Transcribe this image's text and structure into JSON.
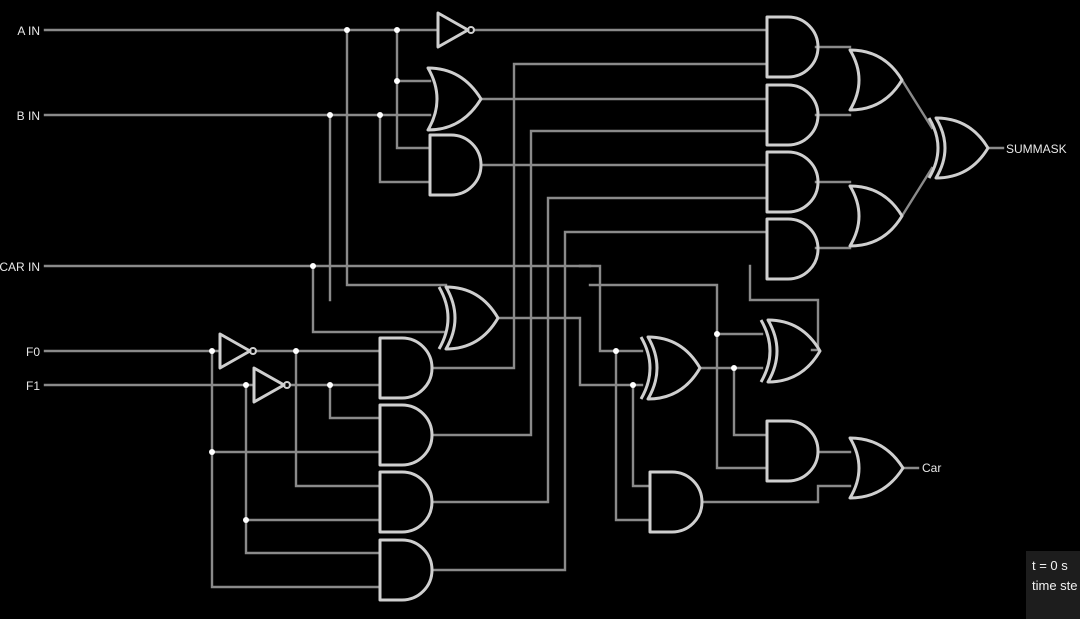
{
  "labels": {
    "a_in": "A IN",
    "b_in": "B IN",
    "car_in": "CAR IN",
    "f0": "F0",
    "f1": "F1",
    "summask": "SUMMASK",
    "car_out": "Car"
  },
  "time_panel": {
    "time": "t = 0 s",
    "step": "time ste"
  },
  "colors": {
    "background": "#000000",
    "wire": "#8a8a8a",
    "gate": "#cfcfcf",
    "junction": "#ffffff"
  }
}
